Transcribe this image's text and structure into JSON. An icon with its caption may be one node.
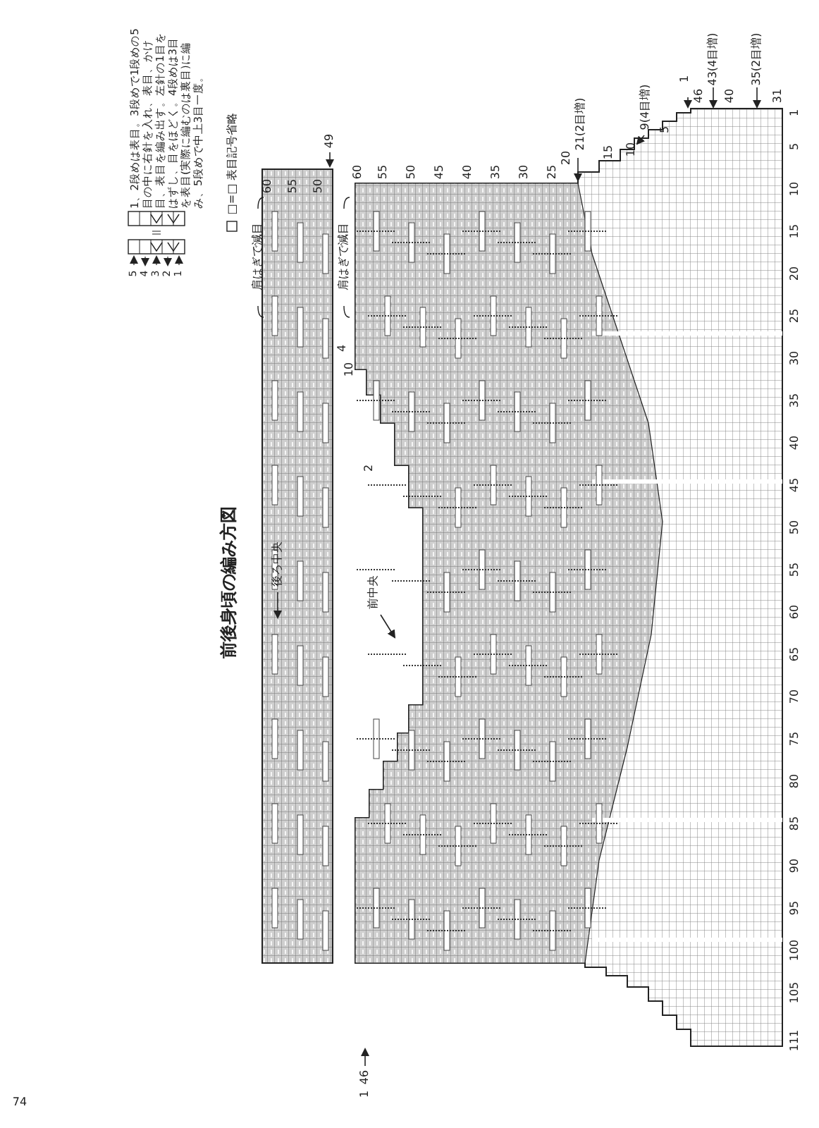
{
  "diagram": {
    "title": "前後身頃の編み方図",
    "labels": [
      "1、2段めは表目。3段めで1段めの5目の中に右針を入れ、表目、かけ目、表目を編み出す。左針の1目をはずし、目をほどく。4段めは3目を表目(実際に編むのは裏目)に編み、5段めで中上3目一度。",
      "□=□ 表目記号省略",
      "5",
      "4",
      "3",
      "2",
      "1",
      "後ろ中央",
      "肩はぎで減目",
      "肩はぎで減目",
      "49",
      "60",
      "55",
      "50",
      "60",
      "55",
      "50",
      "45",
      "40",
      "35",
      "30",
      "25",
      "20",
      "21(2目増)",
      "15",
      "10",
      "9(4目増)",
      "5",
      "1",
      "46",
      "43(4目増)",
      "40",
      "35(2目増)",
      "31",
      "前中央",
      "1",
      "5",
      "10",
      "15",
      "20",
      "25",
      "30",
      "35",
      "40",
      "45",
      "50",
      "55",
      "60",
      "65",
      "70",
      "75",
      "80",
      "85",
      "90",
      "95",
      "100",
      "105",
      "111",
      "46",
      "1",
      "4",
      "10",
      "2",
      "74"
    ]
  }
}
